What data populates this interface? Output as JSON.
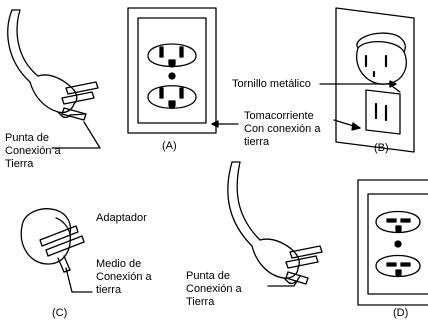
{
  "figure": {
    "labels": {
      "plug_prong_top": "Punta de\nConexión a\nTierra",
      "plug_prong_bottom": "Punta de\nConexión a\nTierra",
      "screw": "Tornillo metálico",
      "outlet": "Tomacorriente\nCon conexión a\ntierra",
      "adapter": "Adaptador",
      "ground_means": "Medio de\nConexión a\ntierra"
    },
    "panels": {
      "a": "(A)",
      "b": "(B)",
      "c": "(C)",
      "d": "(D)"
    }
  }
}
